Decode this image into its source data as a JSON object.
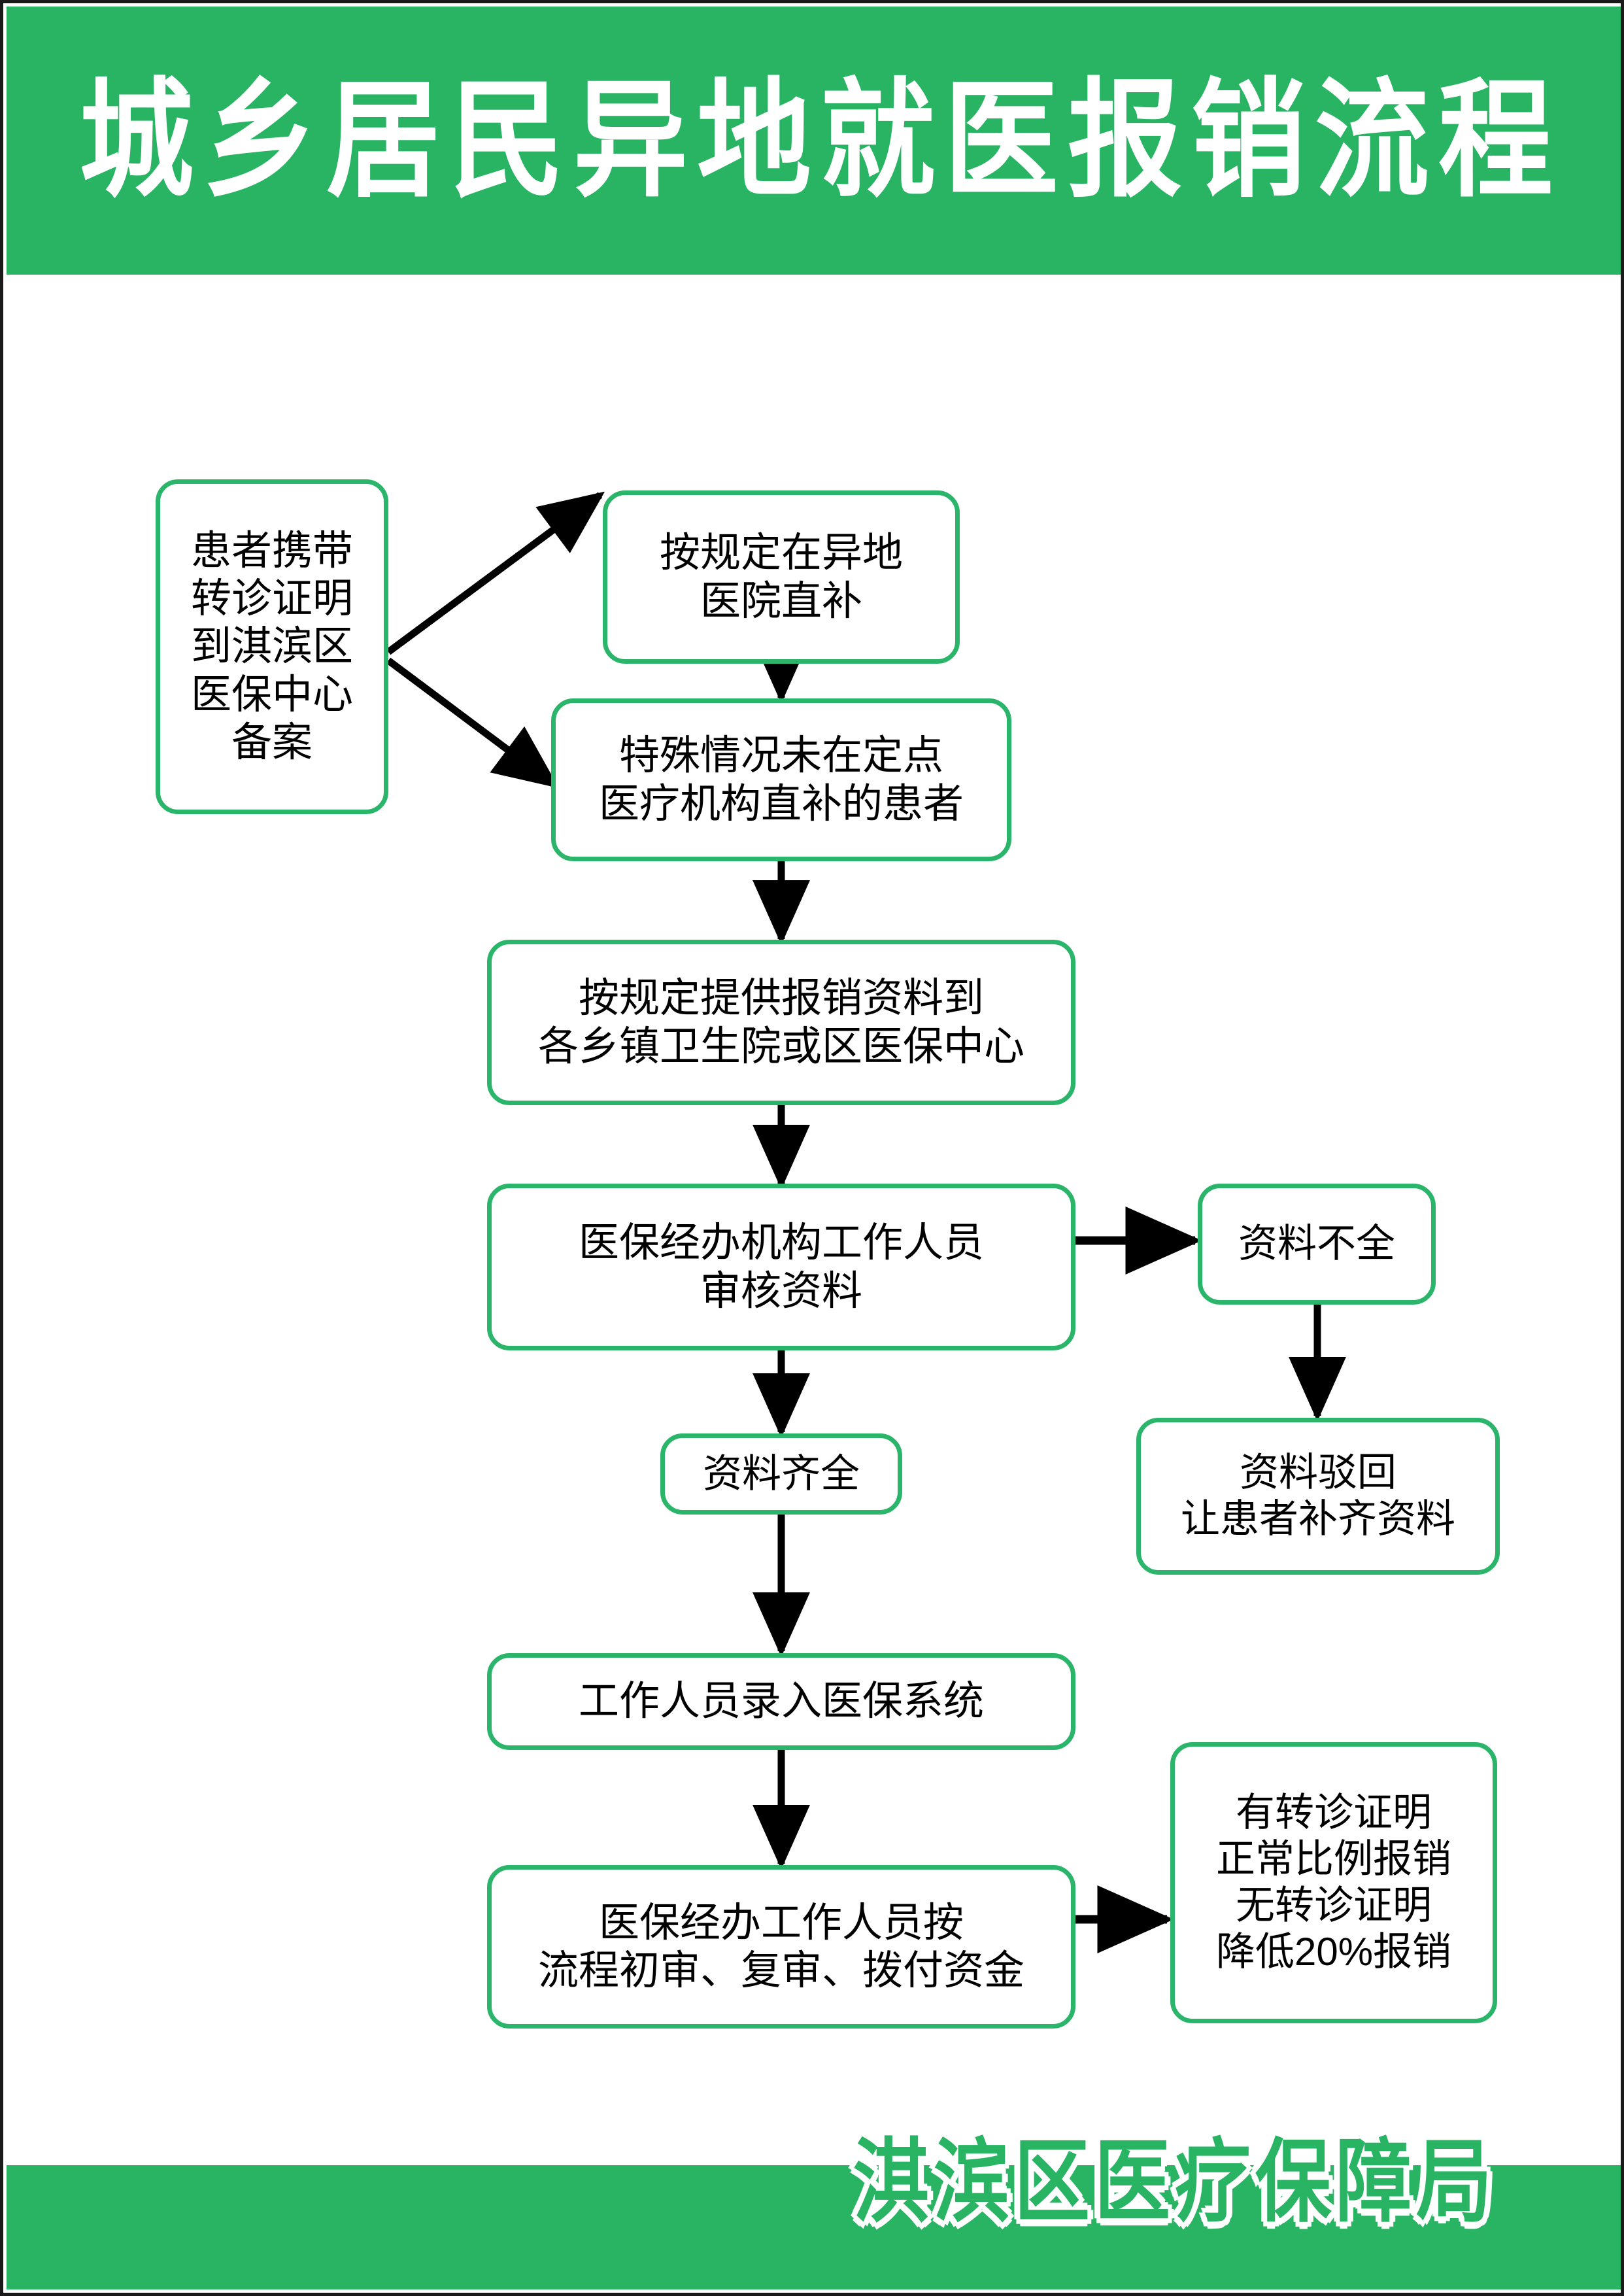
{
  "header": {
    "title": "城乡居民异地就医报销流程",
    "background_color": "#28b463",
    "text_color": "#ffffff"
  },
  "theme": {
    "accent_green": "#2bb56b",
    "band_green": "#28b463",
    "node_fill": "#ffffff",
    "node_text": "#000000",
    "arrow_color": "#000000",
    "frame_color": "#1a1a1a"
  },
  "flow": {
    "nodes": [
      {
        "id": "n1",
        "name": "patient-filing",
        "lines": [
          "患者携带",
          "转诊证明",
          "到淇滨区",
          "医保中心",
          "备案"
        ]
      },
      {
        "id": "n2",
        "name": "direct-settlement",
        "lines": [
          "按规定在异地",
          "医院直补"
        ]
      },
      {
        "id": "n3",
        "name": "special-case-patient",
        "lines": [
          "特殊情况未在定点",
          "医疗机构直补的患者"
        ]
      },
      {
        "id": "n4",
        "name": "submit-materials",
        "lines": [
          "按规定提供报销资料到",
          "各乡镇卫生院或区医保中心"
        ]
      },
      {
        "id": "n5",
        "name": "staff-review",
        "lines": [
          "医保经办机构工作人员",
          "审核资料"
        ]
      },
      {
        "id": "n6",
        "name": "materials-incomplete",
        "lines": [
          "资料不全"
        ]
      },
      {
        "id": "n7",
        "name": "materials-complete",
        "lines": [
          "资料齐全"
        ]
      },
      {
        "id": "n8",
        "name": "materials-rejected",
        "lines": [
          "资料驳回",
          "让患者补齐资料"
        ]
      },
      {
        "id": "n9",
        "name": "enter-into-system",
        "lines": [
          "工作人员录入医保系统"
        ]
      },
      {
        "id": "n10",
        "name": "review-and-disburse",
        "lines": [
          "医保经办工作人员按",
          "流程初审、复审、拨付资金"
        ]
      },
      {
        "id": "n11",
        "name": "reimbursement-ratio",
        "lines": [
          "有转诊证明",
          "正常比例报销",
          "无转诊证明",
          "降低20%报销"
        ]
      }
    ],
    "edges": [
      {
        "from": "n1",
        "to": "n2",
        "style": "diagonal-up"
      },
      {
        "from": "n1",
        "to": "n3",
        "style": "diagonal-down"
      },
      {
        "from": "n2",
        "to": "n3",
        "style": "vertical"
      },
      {
        "from": "n3",
        "to": "n4",
        "style": "vertical"
      },
      {
        "from": "n4",
        "to": "n5",
        "style": "vertical"
      },
      {
        "from": "n5",
        "to": "n6",
        "style": "horizontal"
      },
      {
        "from": "n5",
        "to": "n7",
        "style": "vertical"
      },
      {
        "from": "n6",
        "to": "n8",
        "style": "vertical"
      },
      {
        "from": "n7",
        "to": "n9",
        "style": "vertical"
      },
      {
        "from": "n9",
        "to": "n10",
        "style": "vertical"
      },
      {
        "from": "n10",
        "to": "n11",
        "style": "horizontal"
      }
    ]
  },
  "footer": {
    "agency": "淇滨区医疗保障局",
    "background_color": "#28b463",
    "text_color": "#28b463"
  }
}
